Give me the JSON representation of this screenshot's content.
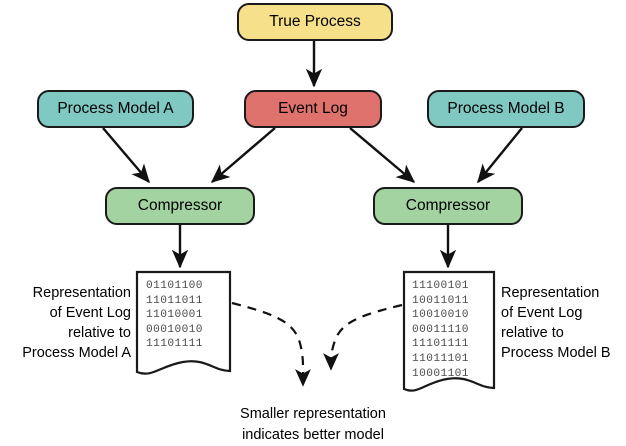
{
  "diagram": {
    "title_text": "",
    "colors": {
      "true_process_fill": "#f7e08a",
      "model_fill": "#7fc9c2",
      "event_log_fill": "#e0726e",
      "compressor_fill": "#a3d3a0",
      "stroke": "#1a1a1a",
      "document_fill": "#ffffff",
      "binary_text": "#4d4d4d",
      "label_text": "#000000"
    },
    "nodes": {
      "true_process": {
        "label": "True Process"
      },
      "process_model_a": {
        "label": "Process Model A"
      },
      "event_log": {
        "label": "Event Log"
      },
      "process_model_b": {
        "label": "Process Model B"
      },
      "compressor_left": {
        "label": "Compressor"
      },
      "compressor_right": {
        "label": "Compressor"
      }
    },
    "documents": {
      "left": {
        "lines": [
          "01101100",
          "11011011",
          "11010001",
          "00010010",
          "11101111"
        ]
      },
      "right": {
        "lines": [
          "11100101",
          "10011011",
          "10010010",
          "00011110",
          "11101111",
          "11011101",
          "10001101"
        ]
      }
    },
    "captions": {
      "left": "Representation\nof Event Log\nrelative to\nProcess Model A",
      "right": "Representation\nof Event Log\nrelative to\nProcess Model B",
      "bottom": "Smaller representation\nindicates better model"
    }
  }
}
